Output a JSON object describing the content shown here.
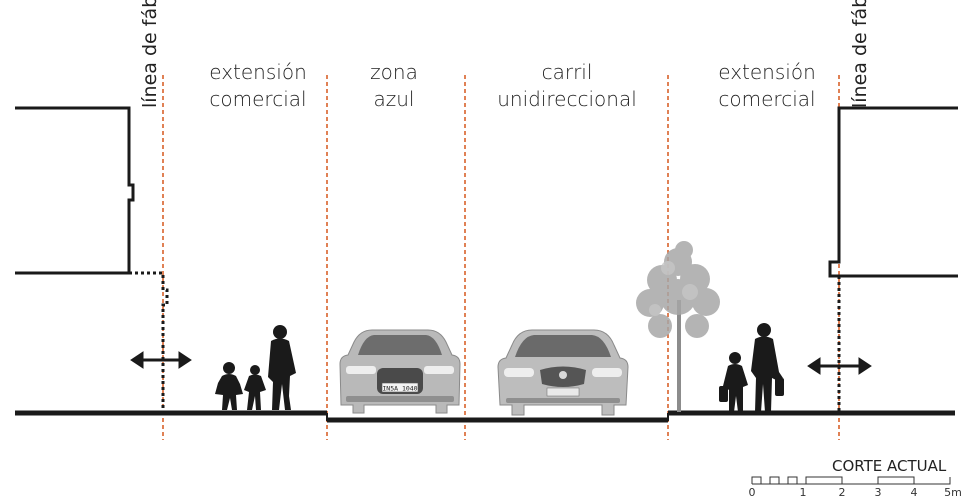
{
  "zones": {
    "left_line": "línea de fábrica",
    "left_ext_1": "extensión",
    "left_ext_2": "comercial",
    "zona_1": "zona",
    "zona_2": "azul",
    "carril_1": "carril",
    "carril_2": "unidireccional",
    "right_ext_1": "extensión",
    "right_ext_2": "comercial",
    "right_line": "línea de fábrica"
  },
  "plates": {
    "left_car": "IN5A 1040"
  },
  "scale": {
    "title": "CORTE ACTUAL",
    "ticks": [
      "0",
      "1",
      "2",
      "3",
      "4",
      "5m"
    ]
  },
  "colors": {
    "divider": "#d9622b",
    "ink": "#1a1a1a",
    "car": "#b9b9b9",
    "tree": "#9a9a9a"
  }
}
